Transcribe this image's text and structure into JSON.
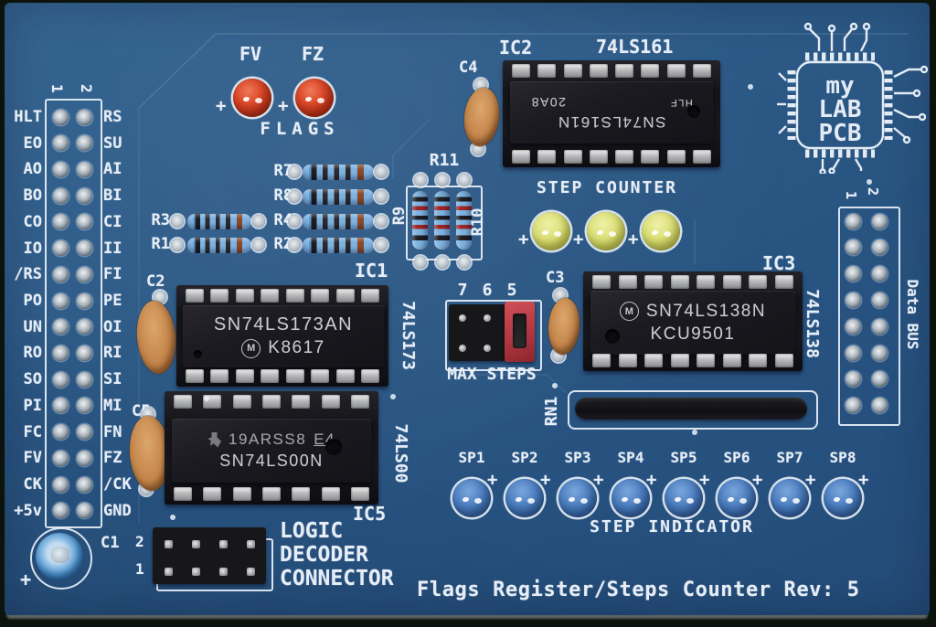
{
  "board": {
    "title": "Flags Register/Steps Counter Rev: 5"
  },
  "logo": {
    "line1": "my",
    "line2": "LAB",
    "line3": "PCB"
  },
  "left_header": {
    "col1": "1",
    "col2": "2",
    "rows": [
      {
        "l": "HLT",
        "r": "RS"
      },
      {
        "l": "EO",
        "r": "SU"
      },
      {
        "l": "AO",
        "r": "AI"
      },
      {
        "l": "BO",
        "r": "BI"
      },
      {
        "l": "CO",
        "r": "CI"
      },
      {
        "l": "IO",
        "r": "II"
      },
      {
        "l": "/RS",
        "r": "FI"
      },
      {
        "l": "PO",
        "r": "PE"
      },
      {
        "l": "UN",
        "r": "OI"
      },
      {
        "l": "RO",
        "r": "RI"
      },
      {
        "l": "SO",
        "r": "SI"
      },
      {
        "l": "PI",
        "r": "MI"
      },
      {
        "l": "FC",
        "r": "FN"
      },
      {
        "l": "FV",
        "r": "FZ"
      },
      {
        "l": "CK",
        "r": "/CK"
      },
      {
        "l": "+5v",
        "r": "GND"
      }
    ]
  },
  "flags": {
    "title": "FLAGS",
    "led1": "FV",
    "led2": "FZ",
    "plus": "+"
  },
  "resistors": {
    "r1": "R1",
    "r2": "R2",
    "r3": "R3",
    "r4": "R4",
    "r7": "R7",
    "r8": "R8",
    "r9": "R9",
    "r10": "R10",
    "r11": "R11"
  },
  "step_counter": {
    "title": "STEP COUNTER",
    "plus": "+"
  },
  "max_steps": {
    "title": "MAX STEPS",
    "pins": [
      "7",
      "6",
      "5"
    ]
  },
  "ic1": {
    "ref": "IC1",
    "part": "74LS173",
    "cap": "C2",
    "chip_line1": "SN74LS173AN",
    "chip_logo": "M",
    "chip_line2": "K8617"
  },
  "ic2": {
    "ref": "IC2",
    "part": "74LS161",
    "cap": "C4",
    "chip_line1": "SN74LS161N",
    "chip_line2": "20A8",
    "chip_line3": "HLF"
  },
  "ic3": {
    "ref": "IC3",
    "part": "74LS138",
    "cap": "C3",
    "chip_logo": "M",
    "chip_line1": "SN74LS138N",
    "chip_line2": "KCU9501"
  },
  "ic5": {
    "ref": "IC5",
    "part": "74LS00",
    "cap": "C5",
    "chip_line1a": "19ARSS8",
    "chip_line1b": "E4",
    "chip_line2": "SN74LS00N"
  },
  "data_bus": {
    "title": "Data BUS",
    "col1": "1",
    "col2": "2"
  },
  "rn1": {
    "ref": "RN1"
  },
  "step_indicator": {
    "title": "STEP INDICATOR",
    "plus": "+",
    "leds": [
      "SP1",
      "SP2",
      "SP3",
      "SP4",
      "SP5",
      "SP6",
      "SP7",
      "SP8"
    ]
  },
  "logic_decoder": {
    "line1": "LOGIC",
    "line2": "DECODER",
    "line3": "CONNECTOR",
    "row2": "2",
    "row1": "1"
  },
  "c1": {
    "ref": "C1",
    "plus": "+"
  }
}
